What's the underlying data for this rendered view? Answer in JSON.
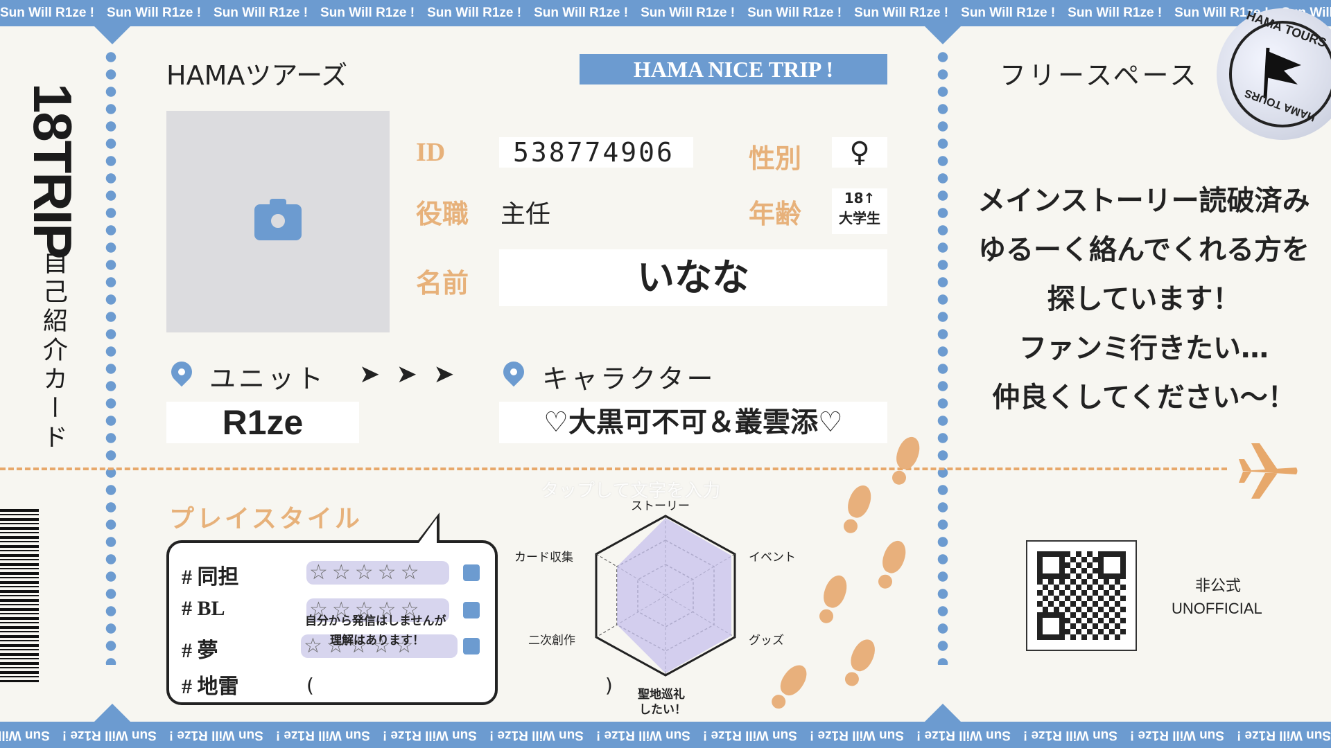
{
  "band_text": "Sun Will R1ze !",
  "side": {
    "title": "18TRIP",
    "subtitle": "自己紹介カード"
  },
  "header": {
    "brand": "HAMAツアーズ",
    "banner": "HAMA NICE TRIP !"
  },
  "profile": {
    "id_label": "ID",
    "id_value": "538774906",
    "gender_label": "性別",
    "gender_value": "♀",
    "role_label": "役職",
    "role_value": "主任",
    "age_label": "年齢",
    "age_value_1": "18↑",
    "age_value_2": "大学生",
    "name_label": "名前",
    "name_value": "いなな"
  },
  "unit": {
    "label": "ユニット",
    "arrows": "➤ ➤ ➤",
    "value": "R1ze"
  },
  "character": {
    "label": "キャラクター",
    "value": "♡大黒可不可＆叢雲添♡"
  },
  "playstyle": {
    "title": "プレイスタイル",
    "hint": "タップして文字を入力",
    "rows": [
      {
        "label": "# 同担",
        "stars": "☆☆☆☆☆"
      },
      {
        "label": "# BL",
        "stars": "☆☆☆☆☆"
      },
      {
        "label": "# 夢",
        "stars": "☆☆☆☆☆"
      },
      {
        "label": "# 地雷",
        "stars": "(　　　　　　　　　　　　　)"
      }
    ],
    "note_line1": "自分から発信はしませんが",
    "note_line2": "理解はあります！"
  },
  "radar": {
    "axes": [
      "ストーリー",
      "イベント",
      "グッズ",
      "聖地巡礼",
      "二次創作",
      "カード収集"
    ],
    "bottom_note_1": "聖地巡礼",
    "bottom_note_2": "したい！"
  },
  "free_space": {
    "title": "フリースペース",
    "lines": [
      "メインストーリー読破済み",
      "ゆるーく絡んでくれる方を",
      "探しています！",
      "ファンミ行きたい…",
      "仲良くしてください～！"
    ]
  },
  "stamp": {
    "text_top": "HAMA TOURS",
    "text_bottom": "HAMA TOURS"
  },
  "unofficial": {
    "jp": "非公式",
    "en": "UNOFFICIAL"
  },
  "colors": {
    "accent_blue": "#6c9bd0",
    "accent_orange": "#e7b17a",
    "paper": "#f7f6f1",
    "radar_fill": "#c9c4ee"
  }
}
